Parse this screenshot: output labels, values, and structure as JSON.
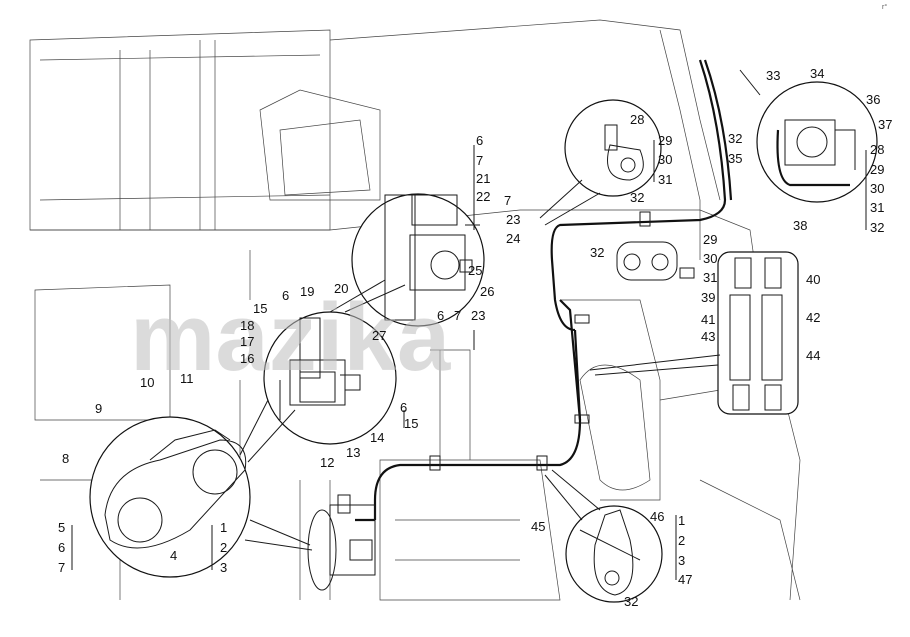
{
  "watermark": "mazika",
  "corner_mark": "r°",
  "labels": [
    "1",
    "2",
    "3",
    "4",
    "5",
    "6",
    "7",
    "8",
    "9",
    "10",
    "11",
    "12",
    "13",
    "14",
    "15",
    "16",
    "17",
    "18",
    "19",
    "20",
    "21",
    "22",
    "23",
    "24",
    "25",
    "26",
    "27",
    "28",
    "29",
    "30",
    "31",
    "32",
    "33",
    "34",
    "35",
    "36",
    "37",
    "38",
    "39",
    "40",
    "41",
    "42",
    "43",
    "44",
    "45",
    "46",
    "47"
  ]
}
